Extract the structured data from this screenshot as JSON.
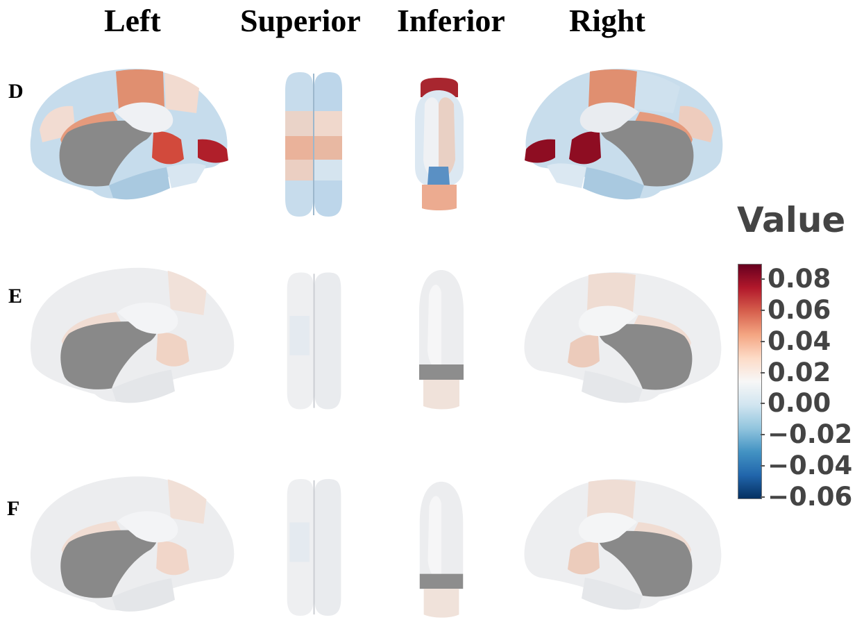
{
  "columns": [
    "Left",
    "Superior",
    "Inferior",
    "Right"
  ],
  "rows": [
    "D",
    "E",
    "F"
  ],
  "legend": {
    "title": "Value",
    "ticks": [
      "0.08",
      "0.06",
      "0.04",
      "0.02",
      "0.00",
      "−0.02",
      "−0.04",
      "−0.06"
    ],
    "colors": [
      "#67001f",
      "#b2182b",
      "#d6604d",
      "#f4a582",
      "#fddbc7",
      "#f7f7f7",
      "#d1e5f0",
      "#92c5de",
      "#4393c3",
      "#2166ac",
      "#053061"
    ],
    "range": [
      -0.065,
      0.085
    ]
  }
}
